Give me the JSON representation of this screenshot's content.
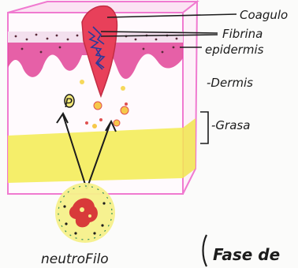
{
  "labels": {
    "coagulo": "Coagulo",
    "fibrina": "Fibrina",
    "epidermis": "epidermis",
    "dermis": "-Dermis",
    "grasa": "-Grasa",
    "neutrofilo": "neutroFilo",
    "fase": "Fase de",
    "p_mark": "P"
  },
  "colors": {
    "skin_border": "#f07ad0",
    "epidermis": "#e24a9b",
    "clot": "#e8405a",
    "fibrin": "#2a3a9a",
    "fat": "#f4ec5a",
    "ink": "#1c1c1c",
    "neutrophil": "#f6f08a",
    "nucleus": "#d83a3a"
  }
}
